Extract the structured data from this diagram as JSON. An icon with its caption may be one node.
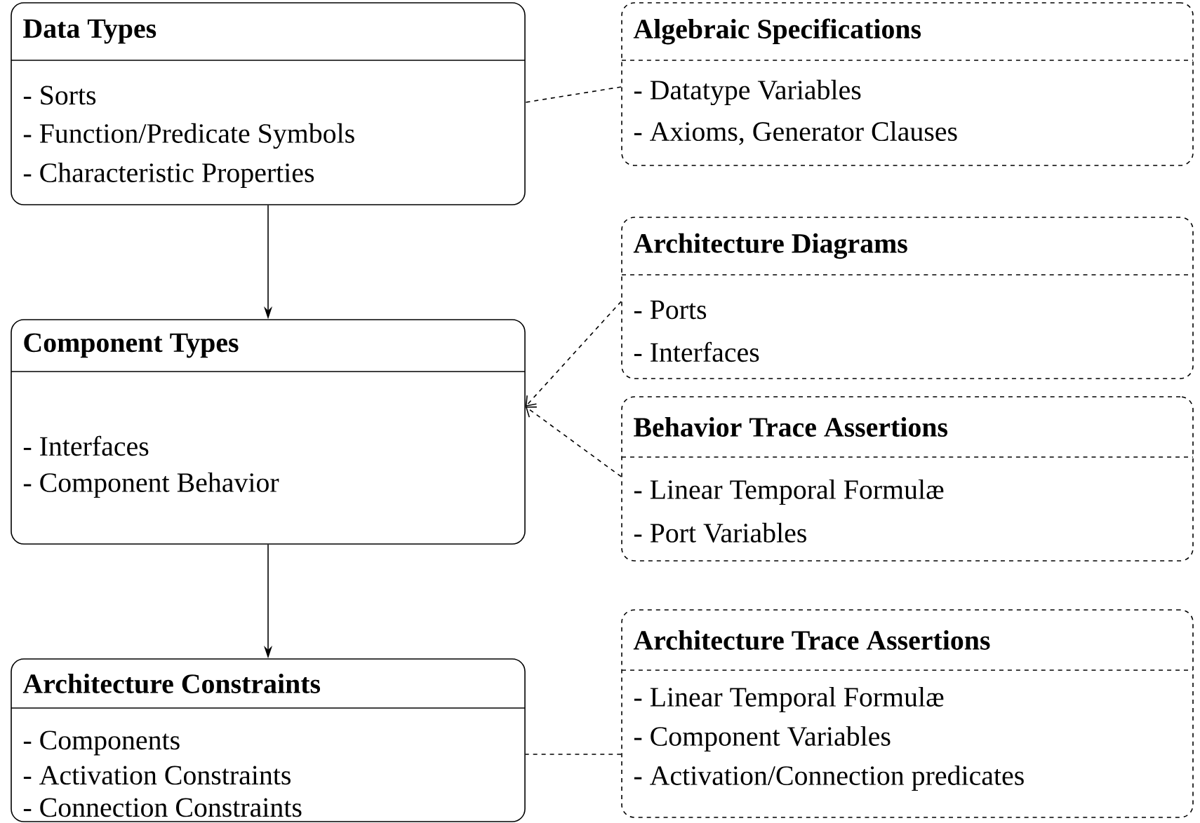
{
  "diagram": {
    "nodes": [
      {
        "text": [
          "Data Types",
          "- Sorts",
          "- Function/Predicate Symbols",
          "- Characteristic Properties"
        ]
      },
      {
        "text": [
          "Component Types",
          "- Interfaces",
          "- Component Behavior"
        ]
      },
      {
        "text": [
          "Architecture Constraints",
          "- Components",
          "- Activation Constraints",
          "- Connection Constraints"
        ]
      },
      {
        "text": [
          "Algebraic Specifications",
          "- Datatype Variables",
          "- Axioms, Generator Clauses"
        ]
      },
      {
        "text": [
          "Architecture Diagrams",
          "- Ports",
          "- Interfaces"
        ]
      },
      {
        "text": [
          "Behavior Trace Assertions",
          "- Linear Temporal Formulæ",
          "- Port Variables"
        ]
      },
      {
        "text": [
          "Architecture Trace Assertions",
          "- Linear Temporal Formulæ",
          "- Component Variables",
          "- Activation/Connection predicates"
        ]
      }
    ],
    "edges": [
      {
        "from": 0,
        "to": 1,
        "arrow": "to"
      },
      {
        "from": 1,
        "to": 2,
        "arrow": "to"
      },
      {
        "from": 3,
        "to": 0,
        "arrow": "none",
        "style": "dashed"
      },
      {
        "from": 4,
        "to": 1,
        "arrow": "to",
        "style": "dashed"
      },
      {
        "from": 5,
        "to": 1,
        "arrow": "to",
        "style": "dashed"
      },
      {
        "from": 6,
        "to": 2,
        "arrow": "none",
        "style": "dashed"
      }
    ]
  }
}
